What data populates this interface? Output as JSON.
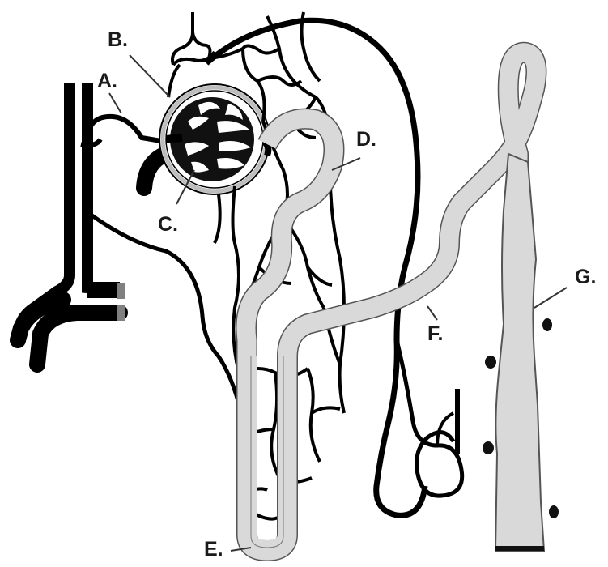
{
  "labels": {
    "a": "A.",
    "b": "B.",
    "c": "C.",
    "d": "D.",
    "e": "E.",
    "f": "F.",
    "g": "G."
  },
  "colors": {
    "vessel": "#000000",
    "tubule_fill": "#d9d9d9",
    "tubule_outline": "#555555",
    "vessel_cut_end": "#808080",
    "background": "#ffffff"
  }
}
